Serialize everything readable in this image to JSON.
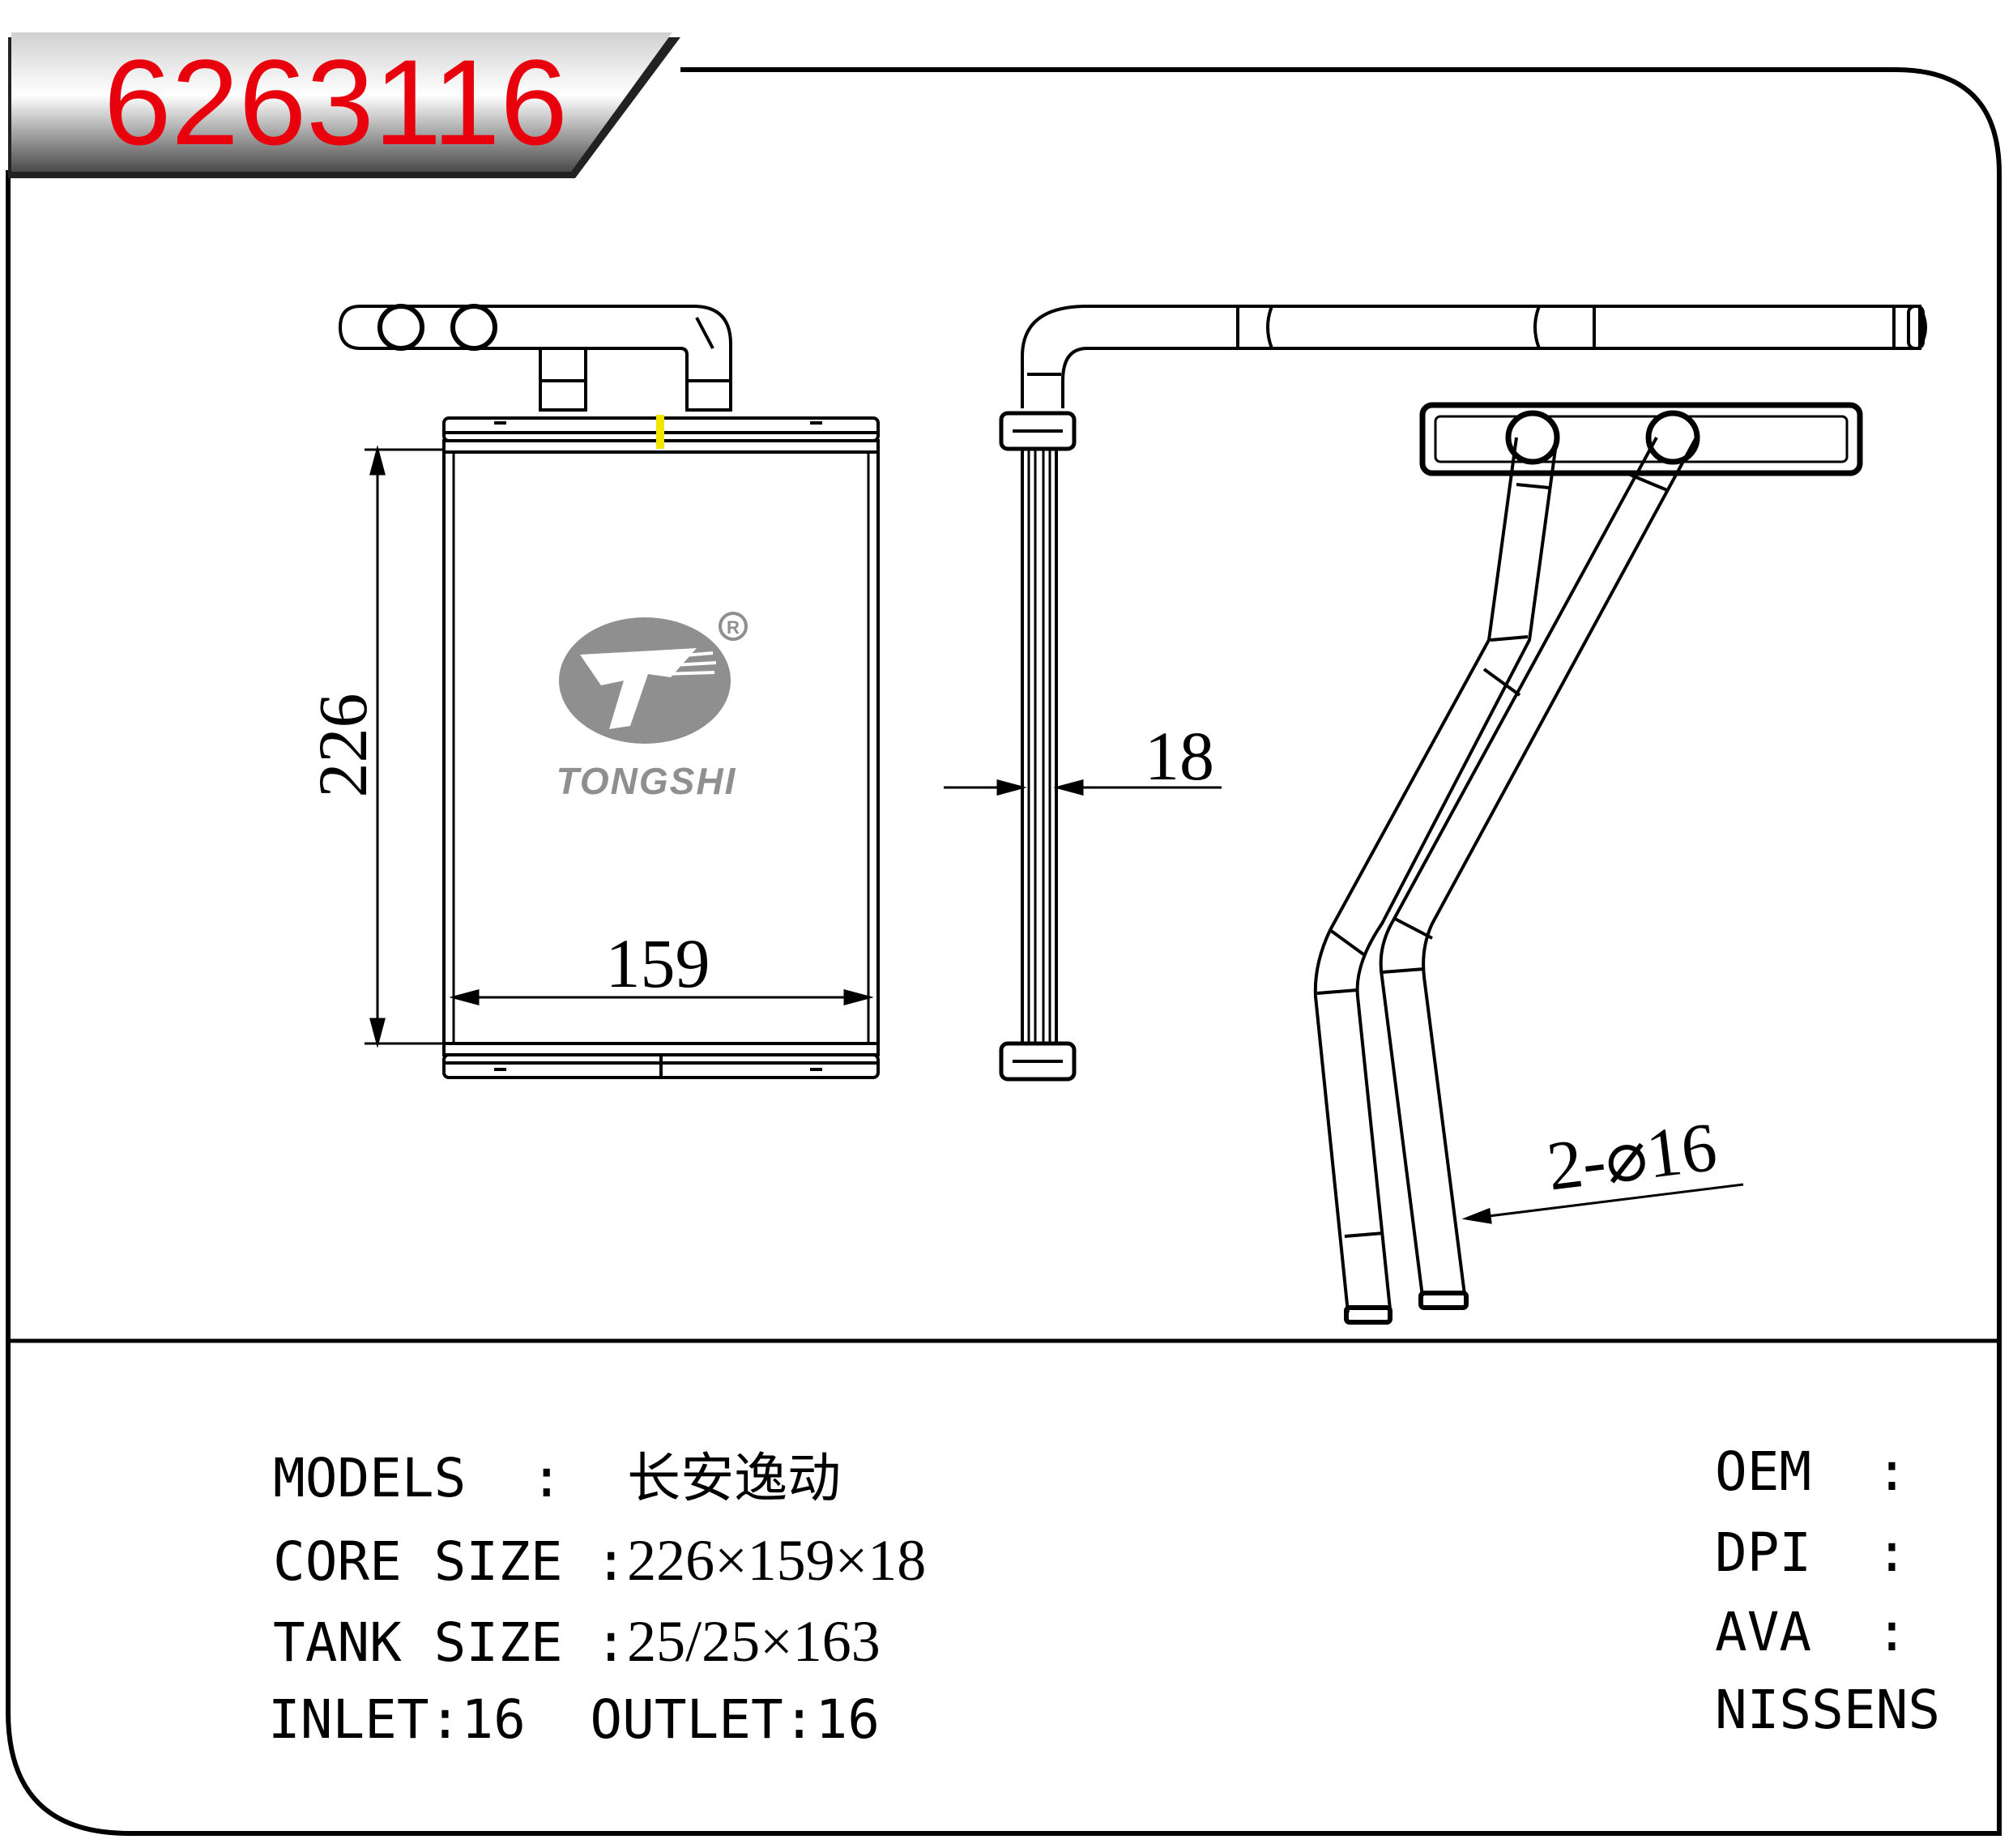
{
  "part_number": "6263116",
  "brand": {
    "name": "TONGSHI",
    "registered_mark": "R"
  },
  "dimensions": {
    "height": "226",
    "width": "159",
    "thickness": "18",
    "pipe": "2-⌀16"
  },
  "specs": {
    "models_label": "MODELS",
    "models_sep": ":",
    "models_value": "长安逸动",
    "core_label": "CORE SIZE",
    "core_sep": ":",
    "core_value": "226×159×18",
    "tank_label": "TANK SIZE",
    "tank_sep": ":",
    "tank_value": "25/25×163",
    "inlet_label": "INLET:",
    "inlet_value": "16",
    "outlet_label": "OUTLET:",
    "outlet_value": "16"
  },
  "refs": {
    "oem_label": "OEM",
    "oem_sep": ":",
    "dpi_label": "DPI",
    "dpi_sep": ":",
    "ava_label": "AVA",
    "ava_sep": ":",
    "nissens_label": "NISSENS",
    "nissens_sep": ":"
  },
  "colors": {
    "part_number": "#e8000d",
    "logo_gray": "#8f8f8f",
    "marker": "#f2e600"
  }
}
